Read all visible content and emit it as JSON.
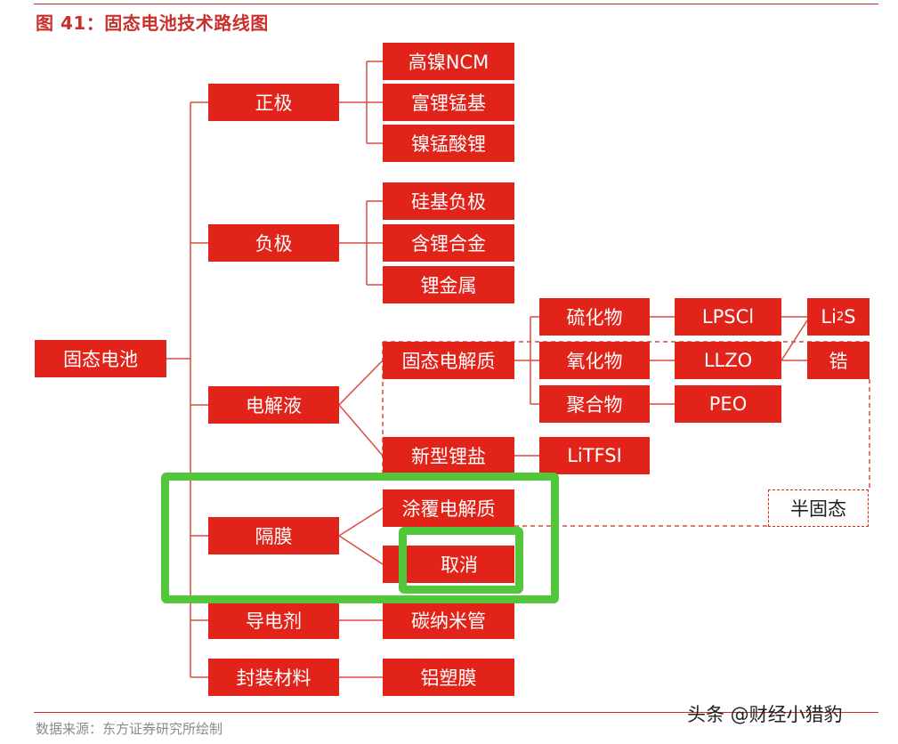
{
  "title": "图 41：固态电池技术路线图",
  "source": "数据来源：东方证券研究所绘制",
  "watermark": "头条 @财经小猎豹",
  "colors": {
    "box": "#e2231a",
    "highlight": "#52c73c",
    "title": "#c9302c"
  },
  "root": {
    "label": "固态电池"
  },
  "components": {
    "cathode": "正极",
    "anode": "负极",
    "electrolyte": "电解液",
    "separator": "隔膜",
    "conductive_agent": "导电剂",
    "packaging": "封装材料"
  },
  "cathode_items": [
    "高镍NCM",
    "富锂锰基",
    "镍锰酸锂"
  ],
  "anode_items": [
    "硅基负极",
    "含锂合金",
    "锂金属"
  ],
  "electrolyte_items": {
    "solid": "固态电解质",
    "new_salt": "新型锂盐"
  },
  "solid_types": [
    "硫化物",
    "氧化物",
    "聚合物"
  ],
  "solid_materials": [
    "LPSCl",
    "LLZO",
    "PEO"
  ],
  "salt_material": "LiTFSI",
  "sulfide_extra": {
    "li": "Li",
    "sub": "2",
    "s": "S"
  },
  "oxide_extra": "锆",
  "separator_items": {
    "coating": "涂覆电解质",
    "cancel": "取消"
  },
  "conductive_item": "碳纳米管",
  "packaging_item": "铝塑膜",
  "semi_solid": "半固态"
}
